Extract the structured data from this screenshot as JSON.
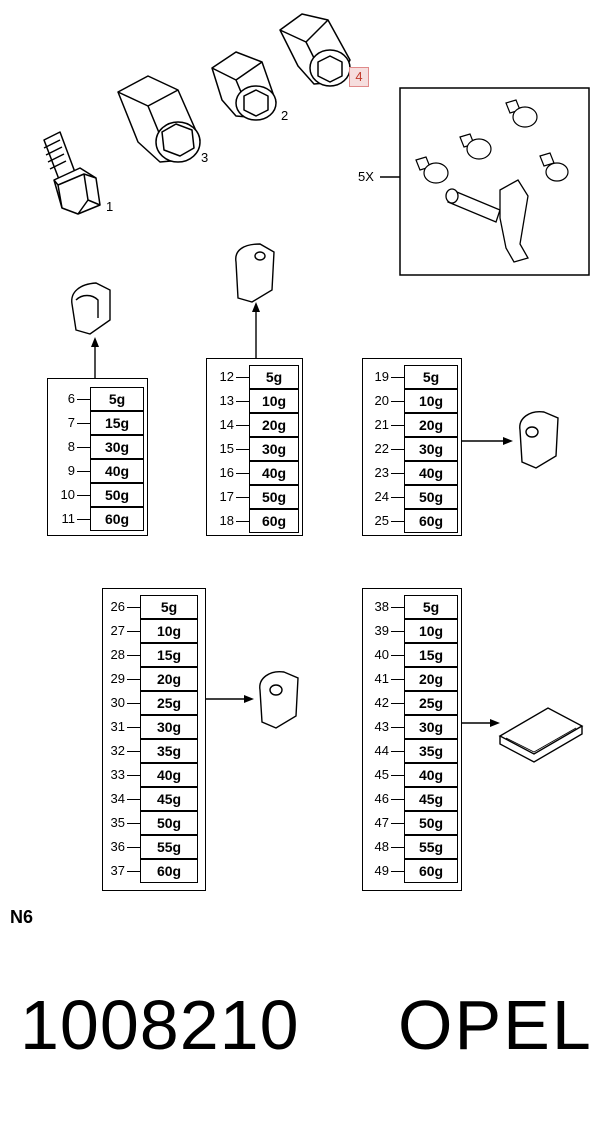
{
  "callouts": {
    "bolt": "1",
    "socket_medium": "2",
    "socket_large": "3",
    "socket_small": "4",
    "kit_qty": "5X"
  },
  "highlight_color": "#f6dede",
  "weight_panels": [
    {
      "rows": [
        {
          "num": "6",
          "weight": "5g"
        },
        {
          "num": "7",
          "weight": "15g"
        },
        {
          "num": "8",
          "weight": "30g"
        },
        {
          "num": "9",
          "weight": "40g"
        },
        {
          "num": "10",
          "weight": "50g"
        },
        {
          "num": "11",
          "weight": "60g"
        }
      ]
    },
    {
      "rows": [
        {
          "num": "12",
          "weight": "5g"
        },
        {
          "num": "13",
          "weight": "10g"
        },
        {
          "num": "14",
          "weight": "20g"
        },
        {
          "num": "15",
          "weight": "30g"
        },
        {
          "num": "16",
          "weight": "40g"
        },
        {
          "num": "17",
          "weight": "50g"
        },
        {
          "num": "18",
          "weight": "60g"
        }
      ]
    },
    {
      "rows": [
        {
          "num": "19",
          "weight": "5g"
        },
        {
          "num": "20",
          "weight": "10g"
        },
        {
          "num": "21",
          "weight": "20g"
        },
        {
          "num": "22",
          "weight": "30g"
        },
        {
          "num": "23",
          "weight": "40g"
        },
        {
          "num": "24",
          "weight": "50g"
        },
        {
          "num": "25",
          "weight": "60g"
        }
      ]
    },
    {
      "rows": [
        {
          "num": "26",
          "weight": "5g"
        },
        {
          "num": "27",
          "weight": "10g"
        },
        {
          "num": "28",
          "weight": "15g"
        },
        {
          "num": "29",
          "weight": "20g"
        },
        {
          "num": "30",
          "weight": "25g"
        },
        {
          "num": "31",
          "weight": "30g"
        },
        {
          "num": "32",
          "weight": "35g"
        },
        {
          "num": "33",
          "weight": "40g"
        },
        {
          "num": "34",
          "weight": "45g"
        },
        {
          "num": "35",
          "weight": "50g"
        },
        {
          "num": "36",
          "weight": "55g"
        },
        {
          "num": "37",
          "weight": "60g"
        }
      ]
    },
    {
      "rows": [
        {
          "num": "38",
          "weight": "5g"
        },
        {
          "num": "39",
          "weight": "10g"
        },
        {
          "num": "40",
          "weight": "15g"
        },
        {
          "num": "41",
          "weight": "20g"
        },
        {
          "num": "42",
          "weight": "25g"
        },
        {
          "num": "43",
          "weight": "30g"
        },
        {
          "num": "44",
          "weight": "35g"
        },
        {
          "num": "45",
          "weight": "40g"
        },
        {
          "num": "46",
          "weight": "45g"
        },
        {
          "num": "47",
          "weight": "50g"
        },
        {
          "num": "48",
          "weight": "55g"
        },
        {
          "num": "49",
          "weight": "60g"
        }
      ]
    }
  ],
  "section_code": "N6",
  "part_number": "1008210",
  "brand": "OPEL"
}
